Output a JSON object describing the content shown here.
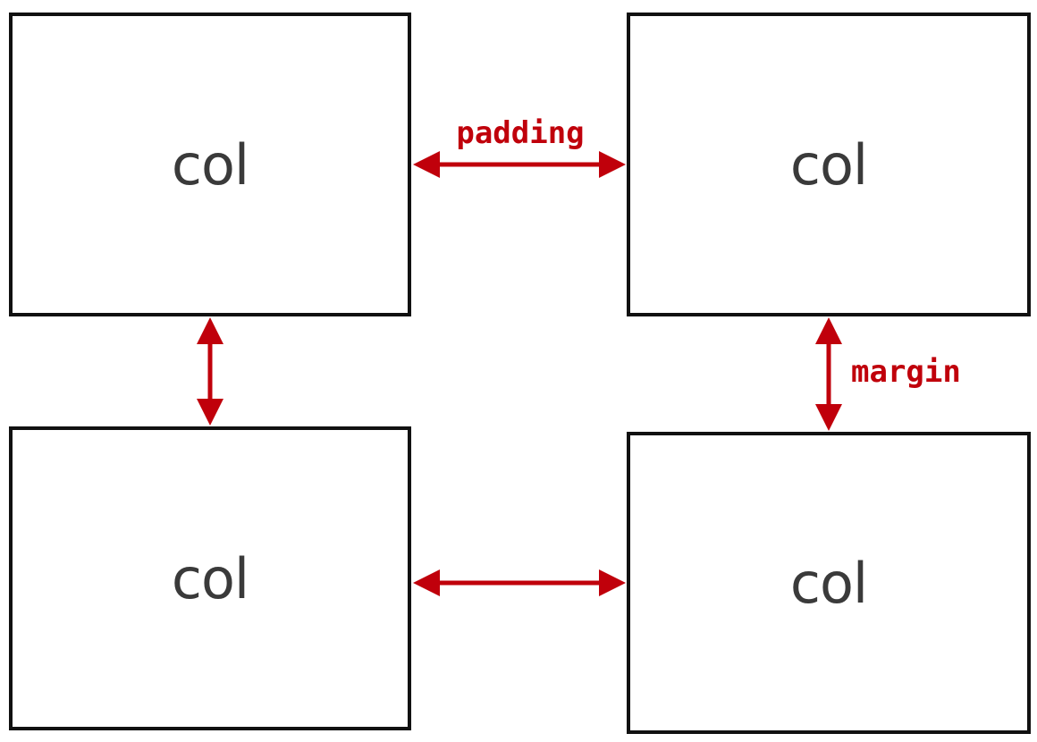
{
  "boxes": [
    {
      "label": "col"
    },
    {
      "label": "col"
    },
    {
      "label": "col"
    },
    {
      "label": "col"
    }
  ],
  "annotations": {
    "padding": "padding",
    "margin": "margin"
  },
  "colors": {
    "arrow": "#c0000b",
    "border": "#111111",
    "text": "#3a3a3a"
  }
}
